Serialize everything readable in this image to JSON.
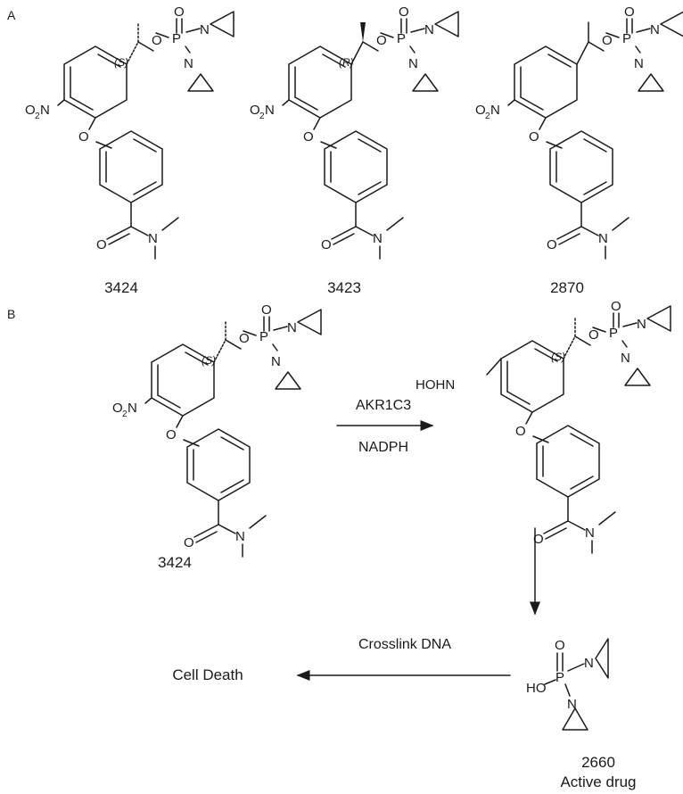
{
  "panels": {
    "a_label": "A",
    "b_label": "B"
  },
  "compounds": {
    "c3424": {
      "id": "3424",
      "stereo": "(S)"
    },
    "c3423": {
      "id": "3423",
      "stereo": "(R)"
    },
    "c2870": {
      "id": "2870"
    },
    "c2660": {
      "id": "2660",
      "note": "Active drug"
    }
  },
  "atoms": {
    "O": "O",
    "P": "P",
    "N": "N",
    "nitro_O": "O",
    "nitro_sub": "2",
    "nitro_N": "N",
    "HOHN": "HOHN",
    "HO": "HO"
  },
  "reaction": {
    "enzyme": "AKR1C3",
    "cofactor": "NADPH",
    "step2_label": "Crosslink DNA",
    "outcome": "Cell Death"
  }
}
